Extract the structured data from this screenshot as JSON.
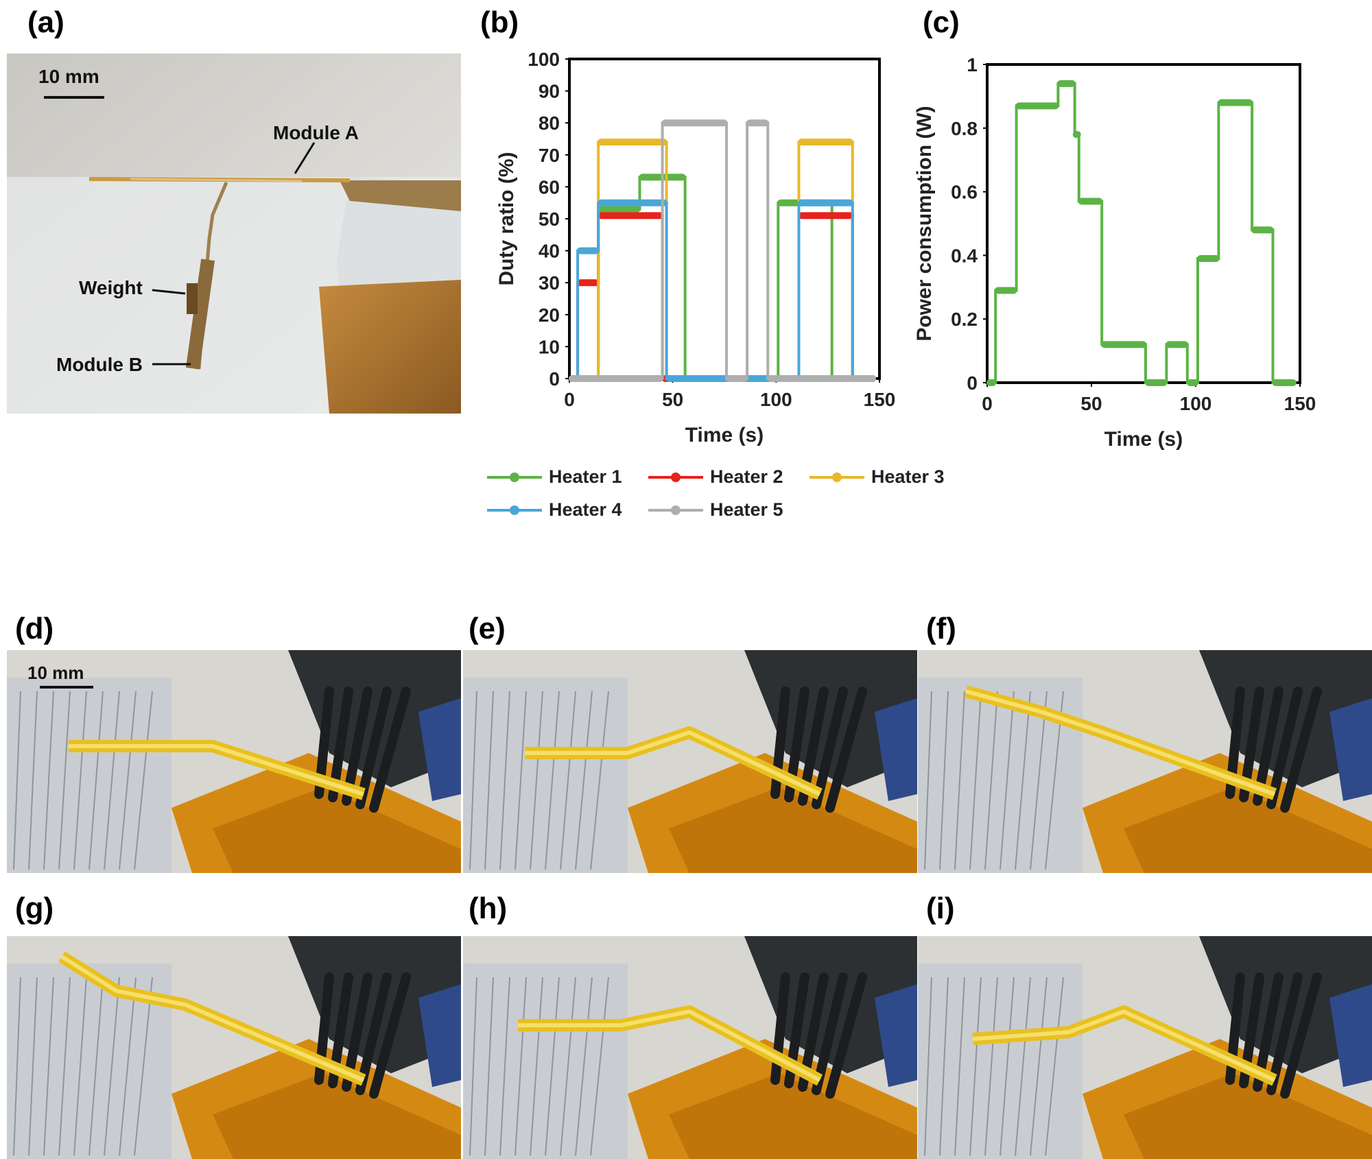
{
  "panels": {
    "a": "(a)",
    "b": "(b)",
    "c": "(c)",
    "d": "(d)",
    "e": "(e)",
    "f": "(f)",
    "g": "(g)",
    "h": "(h)",
    "i": "(i)"
  },
  "photo_a": {
    "scale_label": "10 mm",
    "module_a": "Module A",
    "weight": "Weight",
    "module_b": "Module B"
  },
  "photo_d": {
    "scale_label": "10 mm"
  },
  "legend": [
    {
      "name": "Heater 1",
      "color": "#5cb345"
    },
    {
      "name": "Heater 2",
      "color": "#e8221c"
    },
    {
      "name": "Heater 3",
      "color": "#e8b82a"
    },
    {
      "name": "Heater 4",
      "color": "#4aa6d8"
    },
    {
      "name": "Heater 5",
      "color": "#aeaeae"
    }
  ],
  "chart_data": [
    {
      "type": "line",
      "panel": "(b)",
      "xlabel": "Time (s)",
      "ylabel": "Duty ratio (%)",
      "xlim": [
        0,
        150
      ],
      "ylim": [
        0,
        100
      ],
      "xticks": [
        0,
        50,
        100,
        150
      ],
      "yticks": [
        0,
        10,
        20,
        30,
        40,
        50,
        60,
        70,
        80,
        90,
        100
      ],
      "series": [
        {
          "name": "Heater 1",
          "color": "#5cb345",
          "points": [
            [
              0,
              0
            ],
            [
              14,
              0
            ],
            [
              14,
              53
            ],
            [
              34,
              53
            ],
            [
              34,
              63
            ],
            [
              56,
              63
            ],
            [
              56,
              0
            ],
            [
              101,
              0
            ],
            [
              101,
              55
            ],
            [
              127,
              55
            ],
            [
              127,
              0
            ],
            [
              148,
              0
            ]
          ]
        },
        {
          "name": "Heater 2",
          "color": "#e8221c",
          "points": [
            [
              0,
              0
            ],
            [
              4,
              0
            ],
            [
              4,
              30
            ],
            [
              14,
              30
            ],
            [
              14,
              51
            ],
            [
              45,
              51
            ],
            [
              45,
              0
            ],
            [
              111,
              0
            ],
            [
              111,
              51
            ],
            [
              137,
              51
            ],
            [
              137,
              0
            ],
            [
              148,
              0
            ]
          ]
        },
        {
          "name": "Heater 3",
          "color": "#e8b82a",
          "points": [
            [
              0,
              0
            ],
            [
              14,
              0
            ],
            [
              14,
              74
            ],
            [
              47,
              74
            ],
            [
              47,
              0
            ],
            [
              111,
              0
            ],
            [
              111,
              74
            ],
            [
              137,
              74
            ],
            [
              137,
              0
            ],
            [
              148,
              0
            ]
          ]
        },
        {
          "name": "Heater 4",
          "color": "#4aa6d8",
          "points": [
            [
              0,
              0
            ],
            [
              4,
              0
            ],
            [
              4,
              40
            ],
            [
              14,
              40
            ],
            [
              14,
              55
            ],
            [
              47,
              55
            ],
            [
              47,
              0
            ],
            [
              111,
              0
            ],
            [
              111,
              55
            ],
            [
              137,
              55
            ],
            [
              137,
              0
            ],
            [
              148,
              0
            ]
          ]
        },
        {
          "name": "Heater 5",
          "color": "#aeaeae",
          "points": [
            [
              0,
              0
            ],
            [
              45,
              0
            ],
            [
              45,
              80
            ],
            [
              76,
              80
            ],
            [
              76,
              0
            ],
            [
              86,
              0
            ],
            [
              86,
              80
            ],
            [
              96,
              80
            ],
            [
              96,
              0
            ],
            [
              148,
              0
            ]
          ]
        }
      ]
    },
    {
      "type": "line",
      "panel": "(c)",
      "xlabel": "Time (s)",
      "ylabel": "Power consumption (W)",
      "xlim": [
        0,
        150
      ],
      "ylim": [
        0,
        1
      ],
      "xticks": [
        0,
        50,
        100,
        150
      ],
      "yticks": [
        0,
        0.2,
        0.4,
        0.6,
        0.8,
        1
      ],
      "series": [
        {
          "name": "Power",
          "color": "#5cb345",
          "points": [
            [
              0,
              0
            ],
            [
              4,
              0
            ],
            [
              4,
              0.29
            ],
            [
              14,
              0.29
            ],
            [
              14,
              0.87
            ],
            [
              34,
              0.87
            ],
            [
              34,
              0.94
            ],
            [
              42,
              0.94
            ],
            [
              42,
              0.78
            ],
            [
              44,
              0.78
            ],
            [
              44,
              0.57
            ],
            [
              55,
              0.57
            ],
            [
              55,
              0.12
            ],
            [
              76,
              0.12
            ],
            [
              76,
              0
            ],
            [
              86,
              0
            ],
            [
              86,
              0.12
            ],
            [
              96,
              0.12
            ],
            [
              96,
              0
            ],
            [
              101,
              0
            ],
            [
              101,
              0.39
            ],
            [
              111,
              0.39
            ],
            [
              111,
              0.88
            ],
            [
              127,
              0.88
            ],
            [
              127,
              0.48
            ],
            [
              137,
              0.48
            ],
            [
              137,
              0
            ],
            [
              148,
              0
            ]
          ]
        }
      ]
    }
  ]
}
